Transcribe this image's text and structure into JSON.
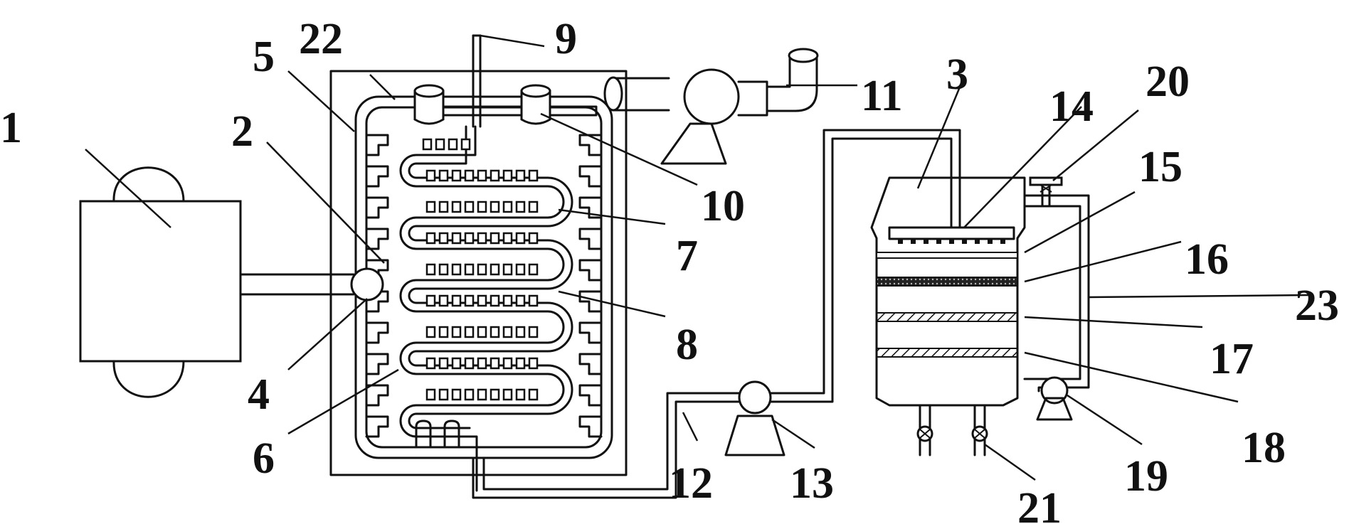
{
  "diagram": {
    "type": "schematic",
    "labels": [
      {
        "id": "n1",
        "text": "1"
      },
      {
        "id": "n2",
        "text": "2"
      },
      {
        "id": "n3",
        "text": "3"
      },
      {
        "id": "n4",
        "text": "4"
      },
      {
        "id": "n5",
        "text": "5"
      },
      {
        "id": "n6",
        "text": "6"
      },
      {
        "id": "n7",
        "text": "7"
      },
      {
        "id": "n8",
        "text": "8"
      },
      {
        "id": "n9",
        "text": "9"
      },
      {
        "id": "n10",
        "text": "10"
      },
      {
        "id": "n11",
        "text": "11"
      },
      {
        "id": "n12",
        "text": "12"
      },
      {
        "id": "n13",
        "text": "13"
      },
      {
        "id": "n14",
        "text": "14"
      },
      {
        "id": "n15",
        "text": "15"
      },
      {
        "id": "n16",
        "text": "16"
      },
      {
        "id": "n17",
        "text": "17"
      },
      {
        "id": "n18",
        "text": "18"
      },
      {
        "id": "n19",
        "text": "19"
      },
      {
        "id": "n20",
        "text": "20"
      },
      {
        "id": "n21",
        "text": "21"
      },
      {
        "id": "n22",
        "text": "22"
      },
      {
        "id": "n23",
        "text": "23"
      }
    ]
  }
}
